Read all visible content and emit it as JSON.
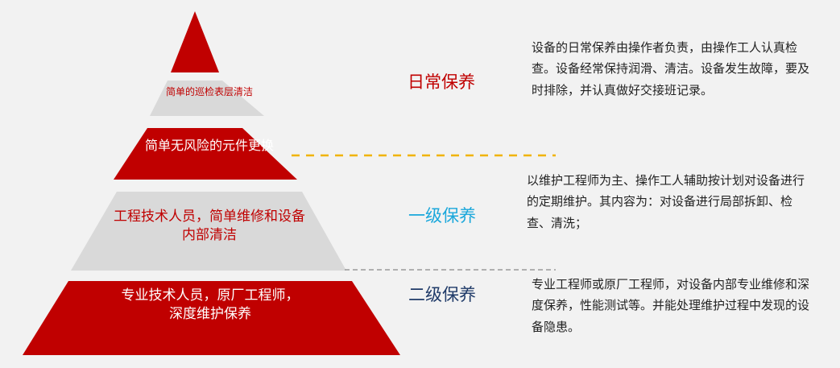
{
  "colors": {
    "red": "#c00000",
    "gray": "#d9d9d9",
    "gold_dash": "#f0b400",
    "gray_dash": "#999999",
    "blue_label": "#1aa7db",
    "navy_label": "#1f3a68"
  },
  "pyramid": {
    "tier1_text": "简单的巡检表层清洁",
    "tier2_text": "简单无风险的元件更换",
    "tier3_text": "工程技术人员，简单维修和设备内部清洁",
    "tier4_text": "专业技术人员，原厂工程师，深度维护保养"
  },
  "levels": [
    {
      "label": "日常保养",
      "description": "设备的日常保养由操作者负责，由操作工人认真检查。设备经常保持润滑、清洁。设备发生故障，要及时排除，并认真做好交接班记录。"
    },
    {
      "label": "一级保养",
      "description": "以维护工程师为主、操作工人辅助按计划对设备进行的定期维护。其内容为：对设备进行局部拆卸、检查、清洗；"
    },
    {
      "label": "二级保养",
      "description": "专业工程师或原厂工程师，对设备内部专业维修和深度保养，性能测试等。并能处理维护过程中发现的设备隐患。"
    }
  ]
}
